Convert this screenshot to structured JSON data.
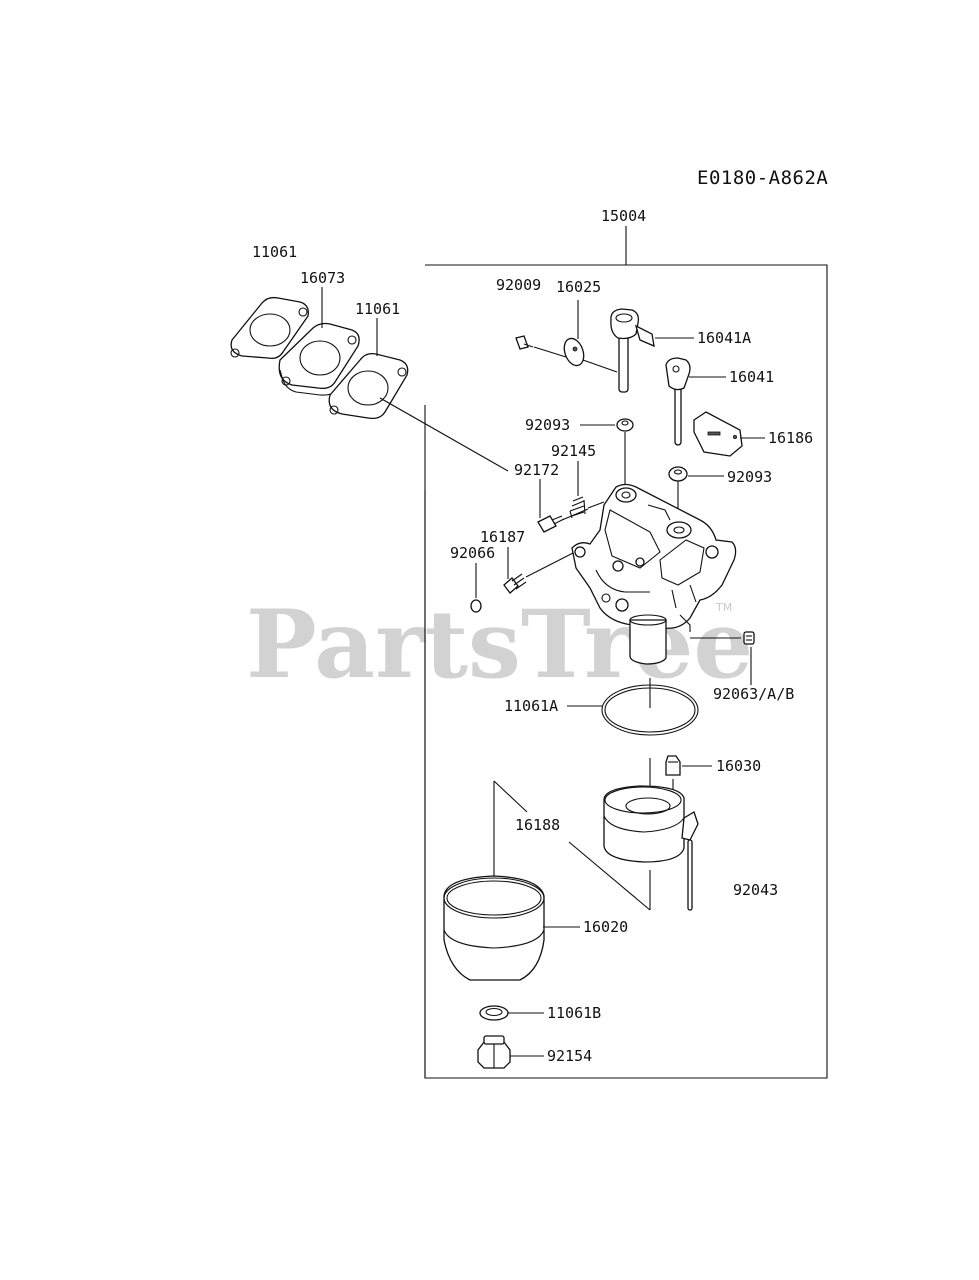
{
  "diagram_code": "E0180-A862A",
  "watermark": {
    "text": "PartsTree",
    "trademark": "TM"
  },
  "parts": [
    {
      "id": "p15004",
      "label": "15004"
    },
    {
      "id": "p11061_top",
      "label": "11061"
    },
    {
      "id": "p16073",
      "label": "16073"
    },
    {
      "id": "p11061_mid",
      "label": "11061"
    },
    {
      "id": "p92009",
      "label": "92009"
    },
    {
      "id": "p16025",
      "label": "16025"
    },
    {
      "id": "p16041A",
      "label": "16041A"
    },
    {
      "id": "p16041",
      "label": "16041"
    },
    {
      "id": "p16186",
      "label": "16186"
    },
    {
      "id": "p92093_a",
      "label": "92093"
    },
    {
      "id": "p92093_b",
      "label": "92093"
    },
    {
      "id": "p92145",
      "label": "92145"
    },
    {
      "id": "p92172",
      "label": "92172"
    },
    {
      "id": "p16187",
      "label": "16187"
    },
    {
      "id": "p92066",
      "label": "92066"
    },
    {
      "id": "p92063",
      "label": "92063/A/B"
    },
    {
      "id": "p11061A",
      "label": "11061A"
    },
    {
      "id": "p16030",
      "label": "16030"
    },
    {
      "id": "p16188",
      "label": "16188"
    },
    {
      "id": "p92043",
      "label": "92043"
    },
    {
      "id": "p16020",
      "label": "16020"
    },
    {
      "id": "p11061B",
      "label": "11061B"
    },
    {
      "id": "p92154",
      "label": "92154"
    }
  ]
}
